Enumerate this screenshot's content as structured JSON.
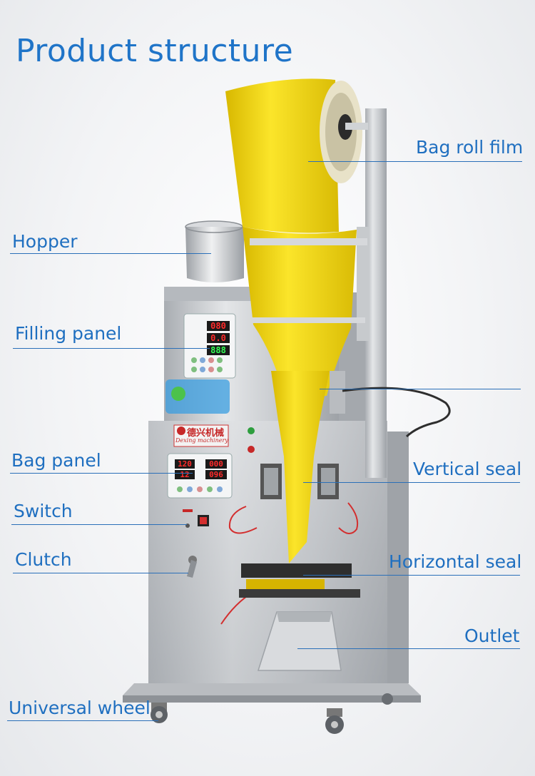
{
  "title": "Product structure",
  "labels": {
    "bag_roll_film": "Bag roll film",
    "hopper": "Hopper",
    "filling_panel": "Filling panel",
    "bag_panel": "Bag panel",
    "vertical_seal": "Vertical seal",
    "switch": "Switch",
    "clutch": "Clutch",
    "horizontal_seal": "Horizontal seal",
    "outlet": "Outlet",
    "universal_wheel": "Universal wheel"
  },
  "brand": {
    "name_cn": "德兴机械",
    "name_en": "Dexing machinery"
  },
  "displays": {
    "filling_top": "080",
    "filling_mid": "0.0",
    "filling_bottom": "888",
    "bag_left_top": "120",
    "bag_left_bottom": "12",
    "bag_right_top": "000",
    "bag_right_bottom": "096"
  },
  "colors": {
    "label_text": "#1f6fc0",
    "title_text": "#1f74c8",
    "film_yellow": "#f2dd1a",
    "steel": "#c9ccd0",
    "led_red": "#ff2a2a",
    "led_green": "#33ff55"
  }
}
